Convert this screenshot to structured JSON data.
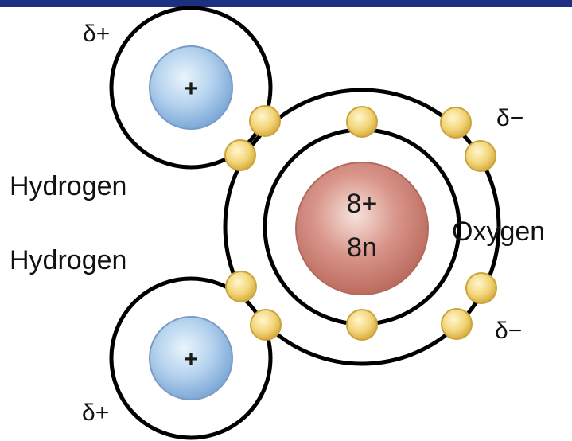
{
  "labels": {
    "hydrogen_top": "Hydrogen",
    "hydrogen_bottom": "Hydrogen",
    "oxygen": "Oxygen",
    "delta_plus_top": "δ+",
    "delta_plus_bottom": "δ+",
    "delta_minus_top": "δ−",
    "delta_minus_bottom": "δ−"
  },
  "nuclei": {
    "hydrogen_top_charge": "+",
    "hydrogen_bottom_charge": "+",
    "oxygen_charge": "8+",
    "oxygen_neutrons": "8n"
  },
  "colors": {
    "top_bar": "#1c2f80",
    "hydrogen_nucleus": "#a9cbec",
    "oxygen_nucleus": "#d48a78",
    "electron": "#f1d072",
    "electron_outline": "#caa43c",
    "shell": "#000000"
  }
}
